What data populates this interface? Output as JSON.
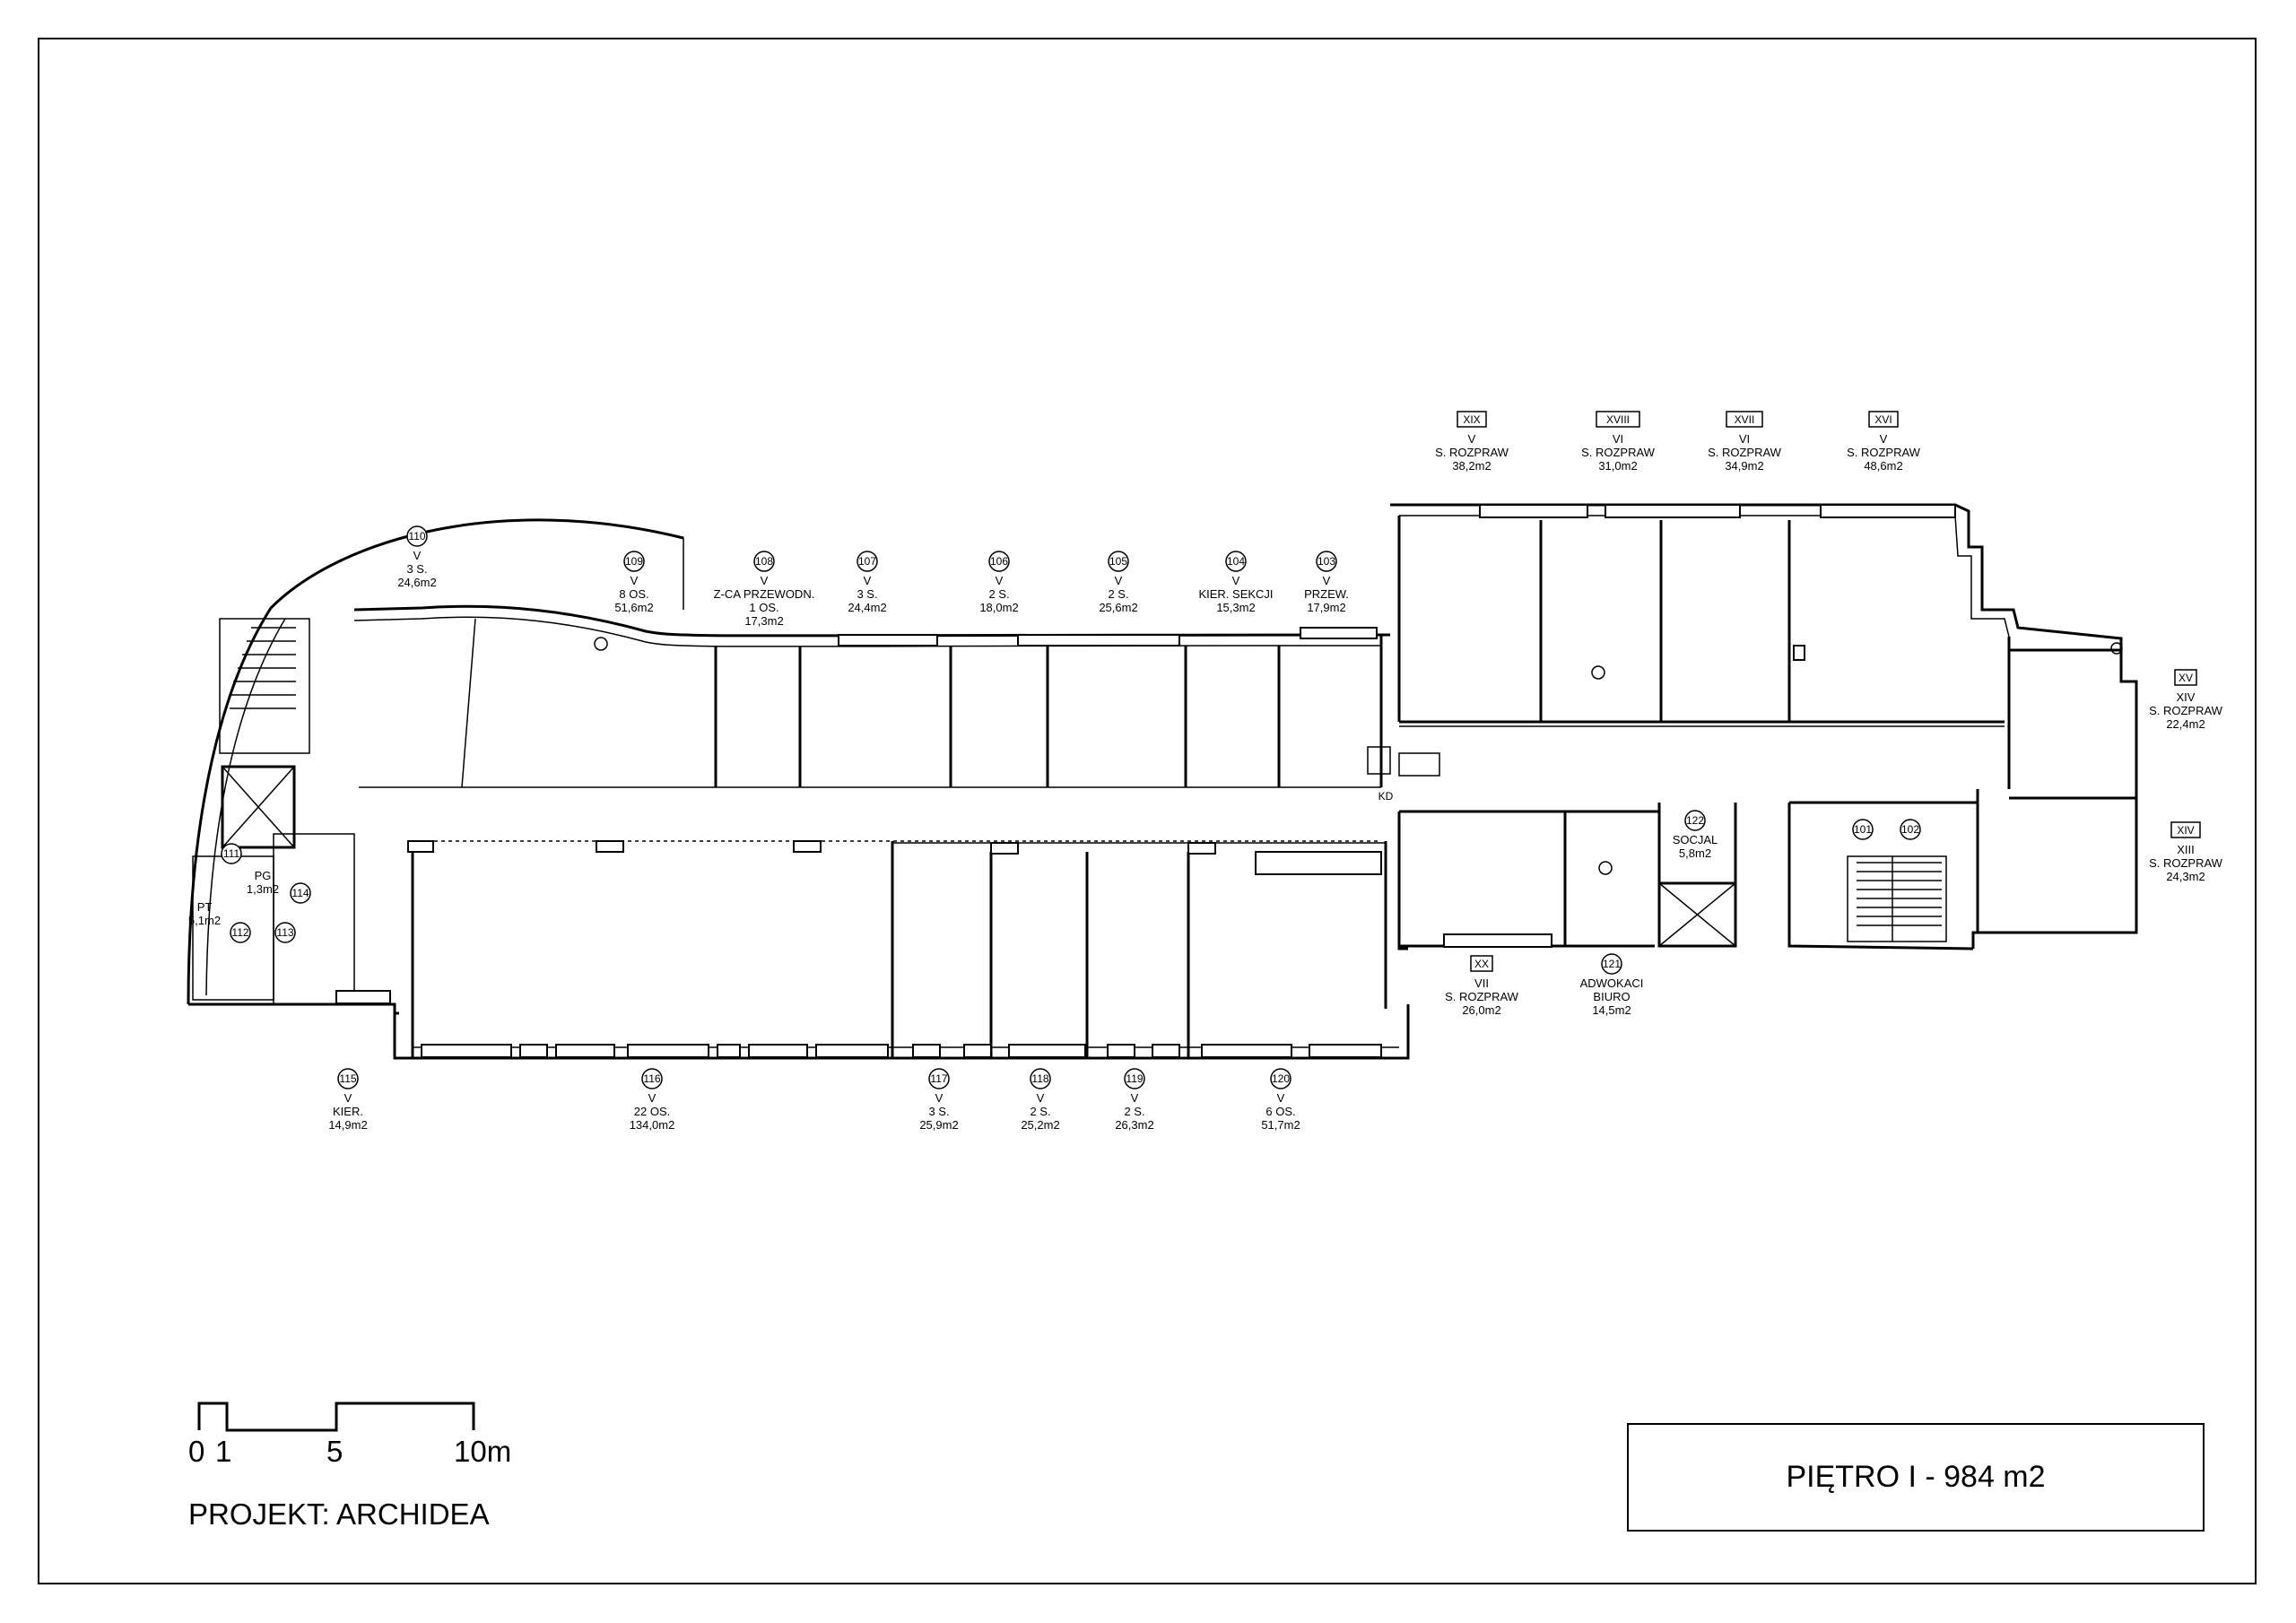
{
  "title_block": {
    "text": "PIĘTRO I - 984 m2"
  },
  "credit": {
    "text": "PROJEKT: ARCHIDEA"
  },
  "scale_bar": {
    "labels": [
      "0",
      "1",
      "5",
      "10m"
    ]
  },
  "corridor_label": "KD",
  "rooms": [
    {
      "id": "r110",
      "num": "110",
      "lines": [
        "V",
        "3 S.",
        "24,6m2"
      ]
    },
    {
      "id": "r109",
      "num": "109",
      "lines": [
        "V",
        "8 OS.",
        "51,6m2"
      ]
    },
    {
      "id": "r108",
      "num": "108",
      "lines": [
        "V",
        "Z-CA PRZEWODN.",
        "1 OS.",
        "17,3m2"
      ]
    },
    {
      "id": "r107",
      "num": "107",
      "lines": [
        "V",
        "3 S.",
        "24,4m2"
      ]
    },
    {
      "id": "r106",
      "num": "106",
      "lines": [
        "V",
        "2 S.",
        "18,0m2"
      ]
    },
    {
      "id": "r105",
      "num": "105",
      "lines": [
        "V",
        "2 S.",
        "25,6m2"
      ]
    },
    {
      "id": "r104",
      "num": "104",
      "lines": [
        "V",
        "KIER. SEKCJI",
        "15,3m2"
      ]
    },
    {
      "id": "r103",
      "num": "103",
      "lines": [
        "V",
        "PRZEW.",
        "17,9m2"
      ]
    },
    {
      "id": "r115",
      "num": "115",
      "lines": [
        "V",
        "KIER.",
        "14,9m2"
      ]
    },
    {
      "id": "r116",
      "num": "116",
      "lines": [
        "V",
        "22 OS.",
        "134,0m2"
      ]
    },
    {
      "id": "r117",
      "num": "117",
      "lines": [
        "V",
        "3 S.",
        "25,9m2"
      ]
    },
    {
      "id": "r118",
      "num": "118",
      "lines": [
        "V",
        "2 S.",
        "25,2m2"
      ]
    },
    {
      "id": "r119",
      "num": "119",
      "lines": [
        "V",
        "2 S.",
        "26,3m2"
      ]
    },
    {
      "id": "r120",
      "num": "120",
      "lines": [
        "V",
        "6 OS.",
        "51,7m2"
      ]
    },
    {
      "id": "r121",
      "num": "121",
      "lines": [
        "ADWOKACI",
        "BIURO",
        "14,5m2"
      ]
    },
    {
      "id": "r122",
      "num": "122",
      "lines": [
        "SOCJAL",
        "5,8m2"
      ]
    },
    {
      "id": "r111",
      "num": "111",
      "lines": []
    },
    {
      "id": "r112",
      "num": "112",
      "lines": []
    },
    {
      "id": "r113",
      "num": "113",
      "lines": []
    },
    {
      "id": "r114",
      "num": "114",
      "lines": []
    },
    {
      "id": "r101",
      "num": "101",
      "lines": []
    },
    {
      "id": "r102",
      "num": "102",
      "lines": []
    }
  ],
  "small_labels": [
    {
      "id": "pg",
      "lines": [
        "PG",
        "1,3m2"
      ]
    },
    {
      "id": "pt",
      "lines": [
        "PT",
        "5,1m2"
      ]
    }
  ],
  "halls": [
    {
      "id": "hXIX",
      "num": "XIX",
      "lines": [
        "V",
        "S. ROZPRAW",
        "38,2m2"
      ]
    },
    {
      "id": "hXVIII",
      "num": "XVIII",
      "lines": [
        "VI",
        "S. ROZPRAW",
        "31,0m2"
      ]
    },
    {
      "id": "hXVII",
      "num": "XVII",
      "lines": [
        "VI",
        "S. ROZPRAW",
        "34,9m2"
      ]
    },
    {
      "id": "hXVI",
      "num": "XVI",
      "lines": [
        "V",
        "S. ROZPRAW",
        "48,6m2"
      ]
    },
    {
      "id": "hXV",
      "num": "XV",
      "lines": [
        "XIV",
        "S. ROZPRAW",
        "22,4m2"
      ]
    },
    {
      "id": "hXIV",
      "num": "XIV",
      "lines": [
        "XIII",
        "S. ROZPRAW",
        "24,3m2"
      ]
    },
    {
      "id": "hXX",
      "num": "XX",
      "lines": [
        "VII",
        "S. ROZPRAW",
        "26,0m2"
      ]
    }
  ]
}
